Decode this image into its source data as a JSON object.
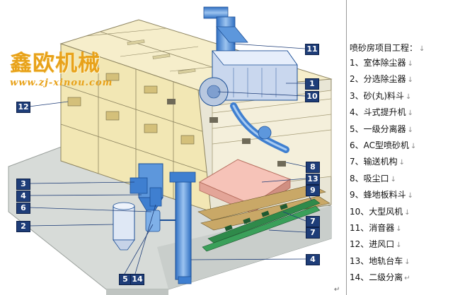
{
  "brand": {
    "name": "鑫欧机械",
    "website": "www.zj-xinou.com"
  },
  "legend": {
    "title": "喷砂房项目工程：",
    "items": [
      "1、室体除尘器",
      "2、分选除尘器",
      "3、砂(丸)料斗",
      "4、斗式提升机",
      "5、一级分离器",
      "6、AC型喷砂机",
      "7、输送机构",
      "8、吸尘口",
      "9、蜂地板料斗",
      "10、大型风机",
      "11、消音器",
      "12、进风口",
      "13、地轨台车",
      "14、二级分离"
    ]
  },
  "callouts": [
    "11",
    "1",
    "10",
    "12",
    "8",
    "13",
    "9",
    "3",
    "4",
    "6",
    "2",
    "7",
    "7",
    "4",
    "5",
    "14"
  ],
  "colors": {
    "badge": "#1e3d78",
    "equipment_blue": "#3f7fd0",
    "booth_wall": "#f2e7b4",
    "floor": "#d7dbd8",
    "brand": "#e8a21a"
  }
}
